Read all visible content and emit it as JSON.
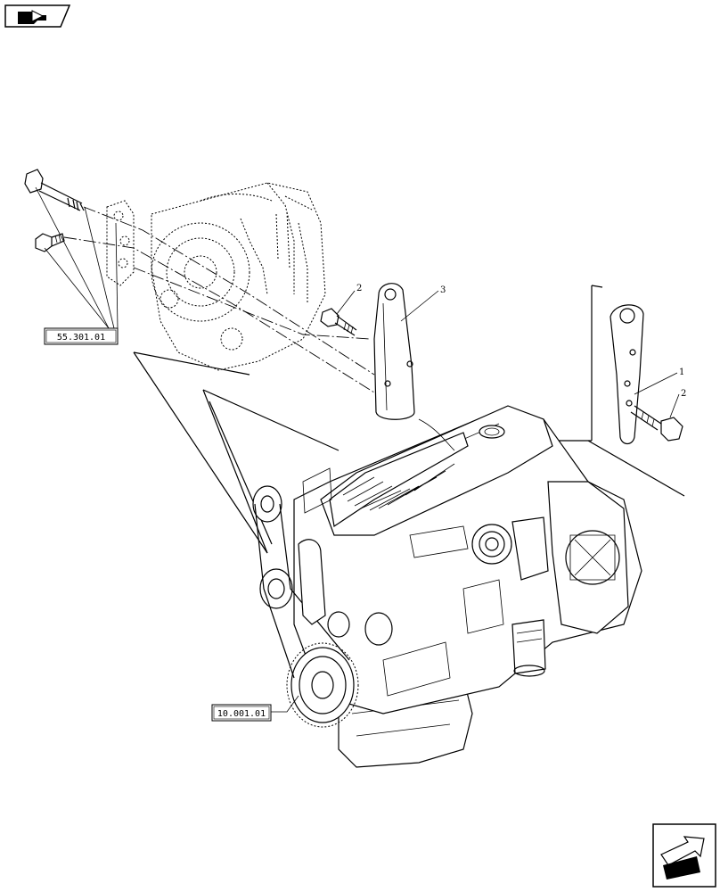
{
  "references": {
    "alternator_ref": "55.301.01",
    "engine_ref": "10.001.01"
  },
  "callouts": {
    "bracket_front": "3",
    "screw_front": "2",
    "bracket_rear": "1",
    "screw_rear": "2"
  },
  "icons": {
    "top_left": "book-arrow-icon",
    "bottom_right": "next-page-arrow-icon"
  }
}
